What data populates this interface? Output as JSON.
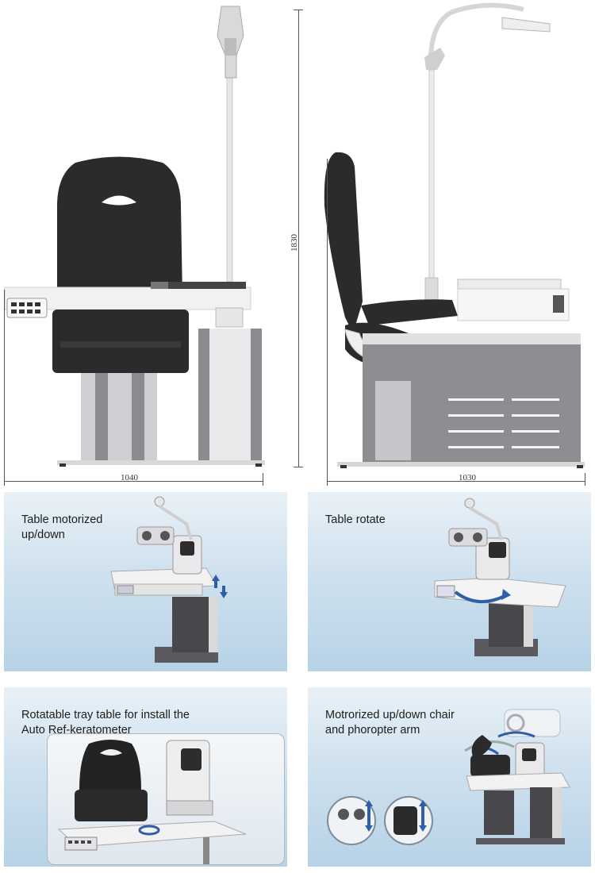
{
  "dimensions": {
    "front_width": "1040",
    "height": "1830",
    "side_width": "1030"
  },
  "features": [
    {
      "caption": "Table motorized\nup/down"
    },
    {
      "caption": "Table rotate"
    },
    {
      "caption": "Rotatable tray table for install the\nAuto Ref-keratometer"
    },
    {
      "caption": "Motrorized up/down chair\nand phoropter arm"
    }
  ],
  "icons": {
    "updown": "updown-arrow-icon",
    "rotate": "rotate-arrow-icon",
    "control": "control-panel-icon"
  },
  "colors": {
    "panel_bg": "#cfe1ee",
    "seat": "#2a2a2a",
    "metal": "#8a8a8e",
    "arrow": "#2e5fa8"
  }
}
